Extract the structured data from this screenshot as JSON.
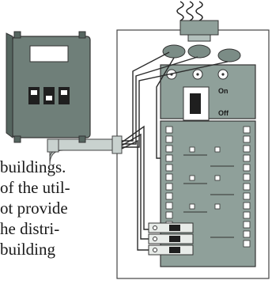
{
  "panel": {
    "on_label": "On",
    "off_label": "Off"
  },
  "text_lines": [
    "buildings.",
    "of the util-",
    "ot provide",
    "he distri-",
    "building"
  ],
  "colors": {
    "box_fill": "#6f7f79",
    "panel_fill": "#8fa09a",
    "wire": "#2b2b2b",
    "conduit": "#c9d2cf"
  }
}
